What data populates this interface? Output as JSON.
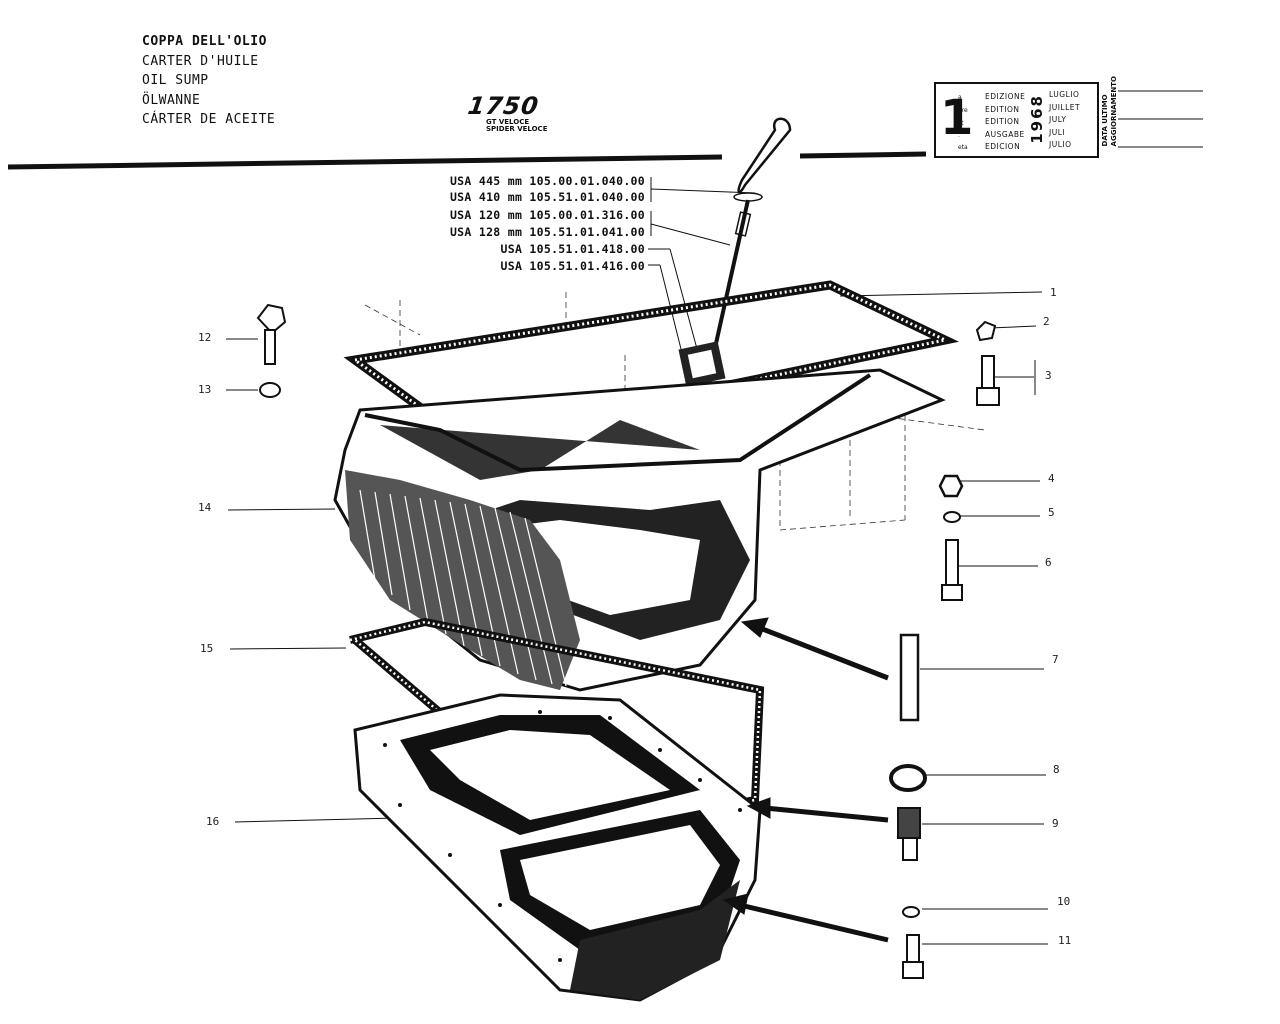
{
  "title": {
    "lines": [
      "COPPA DELL'OLIO",
      "CARTER D'HUILE",
      "OIL SUMP",
      "ÖLWANNE",
      "CÁRTER DE ACEITE"
    ]
  },
  "model": {
    "number": "1750",
    "variants": [
      "GT VELOCE",
      "SPIDER VELOCE"
    ]
  },
  "edition": {
    "number": "1",
    "superscripts": [
      "a",
      "ere",
      "st",
      ".",
      "eta"
    ],
    "labels": [
      "EDIZIONE",
      "EDITION",
      "EDITION",
      "AUSGABE",
      "EDICION"
    ],
    "months": [
      "LUGLIO",
      "JUILLET",
      "JULY",
      "JULI",
      "JULIO"
    ],
    "year": "1968",
    "update_label": [
      "DATA ULTIMO",
      "AGGIORNAMENTO"
    ]
  },
  "part_numbers": [
    "USA 445 mm  105.00.01.040.00",
    "USA 410  mm  105.51.01.040.00",
    "USA 120  mm 105.00.01.316.00",
    "USA 128  mm 105.51.01.041.00",
    "USA 105.51.01.418.00",
    "USA 105.51.01.416.00"
  ],
  "references": [
    "1",
    "2",
    "3",
    "4",
    "5",
    "6",
    "7",
    "8",
    "9",
    "10",
    "11",
    "12",
    "13",
    "14",
    "15",
    "16"
  ],
  "colors": {
    "ink": "#111111",
    "paper": "#ffffff"
  }
}
